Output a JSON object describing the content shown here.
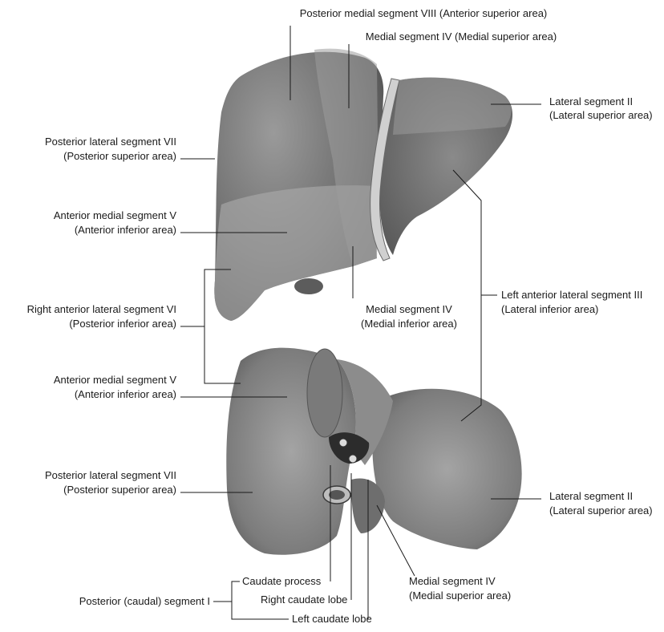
{
  "labels": {
    "post_medial_viii": "Posterior medial segment VIII (Anterior superior area)",
    "medial_iv_sup_top": "Medial segment IV (Medial superior area)",
    "lateral_ii_top_1": "Lateral segment II",
    "lateral_ii_top_2": "(Lateral superior area)",
    "post_lat_vii_top_1": "Posterior lateral segment VII",
    "post_lat_vii_top_2": "(Posterior superior area)",
    "ant_med_v_top_1": "Anterior medial segment V",
    "ant_med_v_top_2": "(Anterior inferior area)",
    "left_ant_lat_iii_1": "Left anterior lateral segment III",
    "left_ant_lat_iii_2": "(Lateral inferior area)",
    "right_ant_lat_vi_1": "Right anterior lateral segment VI",
    "right_ant_lat_vi_2": "(Posterior inferior area)",
    "medial_iv_inf_1": "Medial segment IV",
    "medial_iv_inf_2": "(Medial inferior area)",
    "ant_med_v_bot_1": "Anterior medial segment V",
    "ant_med_v_bot_2": "(Anterior inferior area)",
    "post_lat_vii_bot_1": "Posterior lateral segment VII",
    "post_lat_vii_bot_2": "(Posterior superior area)",
    "lateral_ii_bot_1": "Lateral segment II",
    "lateral_ii_bot_2": "(Lateral superior area)",
    "caudate_process": "Caudate process",
    "posterior_caudal_i": "Posterior (caudal) segment I",
    "right_caudate_lobe": "Right caudate lobe",
    "left_caudate_lobe": "Left caudate lobe",
    "medial_iv_sup_bot_1": "Medial segment IV",
    "medial_iv_sup_bot_2": "(Medial superior area)"
  }
}
